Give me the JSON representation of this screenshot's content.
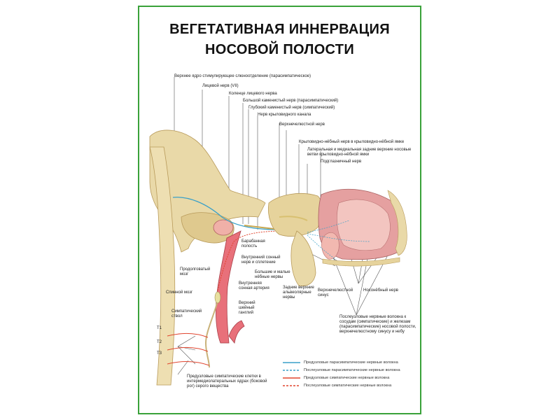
{
  "title": {
    "line1": "ВЕГЕТАТИВНАЯ ИННЕРВАЦИЯ",
    "line2": "НОСОВОЙ ПОЛОСТИ"
  },
  "labels": {
    "top_nucleus": "Верхнее ядро стимулирующее слюноотделение (парасимпатическое)",
    "facial_nerve": "Лицевой нерв (VII)",
    "geniculum": "Коленце лицевого нерва",
    "greater_petrosal": "Большой каменистый нерв (парасимпатический)",
    "deep_petrosal": "Глубокий каменистый нерв (симпатический)",
    "pterygoid_canal": "Нерв крыловидного канала",
    "maxillary_nerve": "Верхнечелюстной нерв",
    "pterygopalatine_node": "Крыловидно-нёбный нерв в крыловидно-нёбной ямке",
    "lateral_medial": "Латеральная и медиальная задние верхние носовые ветви крыловидно-нёбной ямки",
    "infraorbital": "Подглазничный нерв",
    "tympanic_cavity": "Барабанная полость",
    "internal_carotid_plexus": "Внутренний сонный нерв и сплетение",
    "palatine_nerves": "Большие и малые нёбные нервы",
    "internal_carotid_artery": "Внутренняя сонная артерия",
    "superior_cervical": "Верхний шейный ганглий",
    "posterior_alveolar": "Задние верхние альвеолярные нервы",
    "maxillary_sinus": "Верхнечелюстной синус",
    "nasopalatine": "Носонёбный нерв",
    "medulla": "Продолговатый мозг",
    "spinal_cord": "Спинной мозг",
    "sympathetic_trunk": "Симпатический ствол",
    "t1": "T1",
    "t2": "T2",
    "t3": "T3",
    "postganglionic_note": "Послеузловые нервные волокна к сосудам (симпатические) и железам (парасимпатические) носовой полости, верхнечелюстному синусу и небу",
    "preganglionic_cells": "Предузловые симпатические клетки в интермедиолатеральных ядрах (боковой рог) серого вещества"
  },
  "legend": [
    {
      "label": "Предузловые парасимпатические нервные волокна",
      "color": "#3aa0c8",
      "style": "solid"
    },
    {
      "label": "Послеузловые парасимпатические нервные волокна",
      "color": "#3aa0c8",
      "style": "dashed"
    },
    {
      "label": "Предузловые симпатические нервные волокна",
      "color": "#e0452f",
      "style": "solid"
    },
    {
      "label": "Послеузловые симпатические нервные волокна",
      "color": "#e0452f",
      "style": "dashed"
    }
  ],
  "colors": {
    "frame": "#3aa23a",
    "bone": "#e9d9a8",
    "bone_dark": "#c9b27a",
    "artery": "#e8707a",
    "mucosa": "#e5a0a0",
    "nerve": "#e8e0a0"
  }
}
